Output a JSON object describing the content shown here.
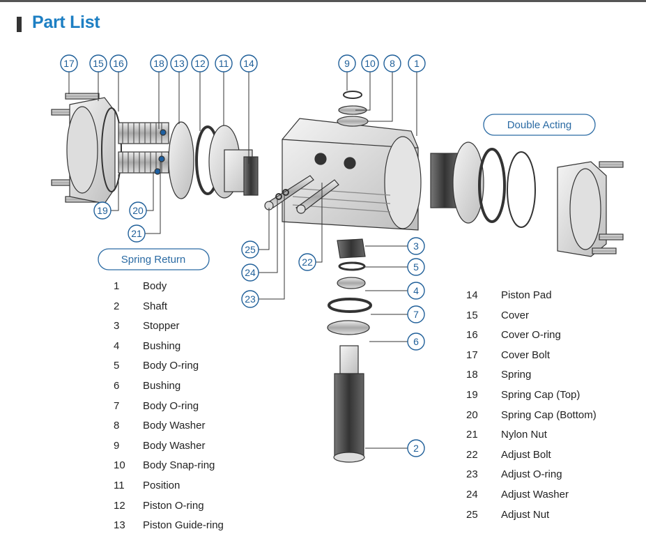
{
  "title": "Part List",
  "labels": {
    "spring_return": "Spring Return",
    "double_acting": "Double Acting"
  },
  "callouts": [
    "17",
    "15",
    "16",
    "18",
    "13",
    "12",
    "11",
    "14",
    "9",
    "10",
    "8",
    "1",
    "19",
    "20",
    "21",
    "25",
    "24",
    "23",
    "22",
    "3",
    "5",
    "4",
    "7",
    "6",
    "2"
  ],
  "parts_left": [
    {
      "no": "1",
      "name": "Body"
    },
    {
      "no": "2",
      "name": "Shaft"
    },
    {
      "no": "3",
      "name": "Stopper"
    },
    {
      "no": "4",
      "name": "Bushing"
    },
    {
      "no": "5",
      "name": "Body O-ring"
    },
    {
      "no": "6",
      "name": "Bushing"
    },
    {
      "no": "7",
      "name": "Body O-ring"
    },
    {
      "no": "8",
      "name": "Body Washer"
    },
    {
      "no": "9",
      "name": "Body Washer"
    },
    {
      "no": "10",
      "name": "Body Snap-ring"
    },
    {
      "no": "11",
      "name": "Position"
    },
    {
      "no": "12",
      "name": "Piston O-ring"
    },
    {
      "no": "13",
      "name": "Piston Guide-ring"
    }
  ],
  "parts_right": [
    {
      "no": "14",
      "name": "Piston Pad"
    },
    {
      "no": "15",
      "name": "Cover"
    },
    {
      "no": "16",
      "name": "Cover O-ring"
    },
    {
      "no": "17",
      "name": "Cover Bolt"
    },
    {
      "no": "18",
      "name": "Spring"
    },
    {
      "no": "19",
      "name": "Spring Cap (Top)"
    },
    {
      "no": "20",
      "name": "Spring Cap (Bottom)"
    },
    {
      "no": "21",
      "name": "Nylon Nut"
    },
    {
      "no": "22",
      "name": "Adjust Bolt"
    },
    {
      "no": "23",
      "name": "Adjust O-ring"
    },
    {
      "no": "24",
      "name": "Adjust Washer"
    },
    {
      "no": "25",
      "name": "Adjust Nut"
    }
  ],
  "colors": {
    "accent": "#1d7fc3",
    "callout": "#1f5f99",
    "line": "#3a3a3a"
  }
}
